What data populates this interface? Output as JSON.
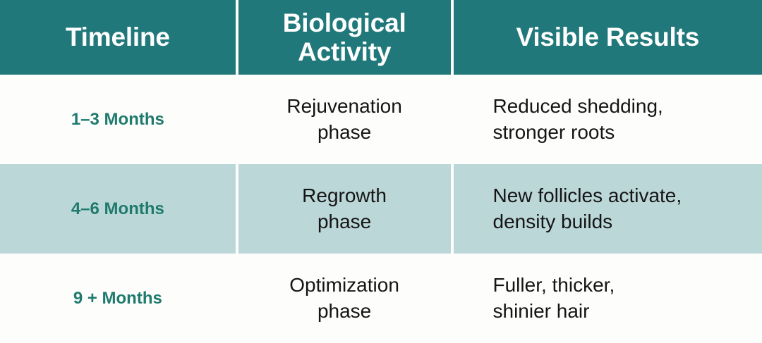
{
  "colors": {
    "header_bg": "#21787a",
    "header_text": "#ffffff",
    "alt_row_bg": "#bcd7d8",
    "plain_row_bg": "#fdfdfb",
    "timeline_text": "#1f7a6e",
    "body_text": "#151515",
    "divider": "#fdfdfb"
  },
  "table": {
    "columns": [
      {
        "key": "timeline",
        "label": "Timeline"
      },
      {
        "key": "activity",
        "label": "Biological\nActivity"
      },
      {
        "key": "results",
        "label": "Visible Results"
      }
    ],
    "header": {
      "col1": "Timeline",
      "col2_line1": "Biological",
      "col2_line2": "Activity",
      "col3": "Visible Results"
    },
    "rows": [
      {
        "highlighted": false,
        "timeline": "1–3 Months",
        "activity_line1": "Rejuvenation",
        "activity_line2": "phase",
        "results_line1": "Reduced shedding,",
        "results_line2": "stronger roots"
      },
      {
        "highlighted": true,
        "timeline": "4–6 Months",
        "activity_line1": "Regrowth",
        "activity_line2": "phase",
        "results_line1": "New follicles activate,",
        "results_line2": "density builds"
      },
      {
        "highlighted": false,
        "timeline": "9 + Months",
        "activity_line1": "Optimization",
        "activity_line2": "phase",
        "results_line1": "Fuller, thicker,",
        "results_line2": "shinier hair"
      }
    ]
  }
}
